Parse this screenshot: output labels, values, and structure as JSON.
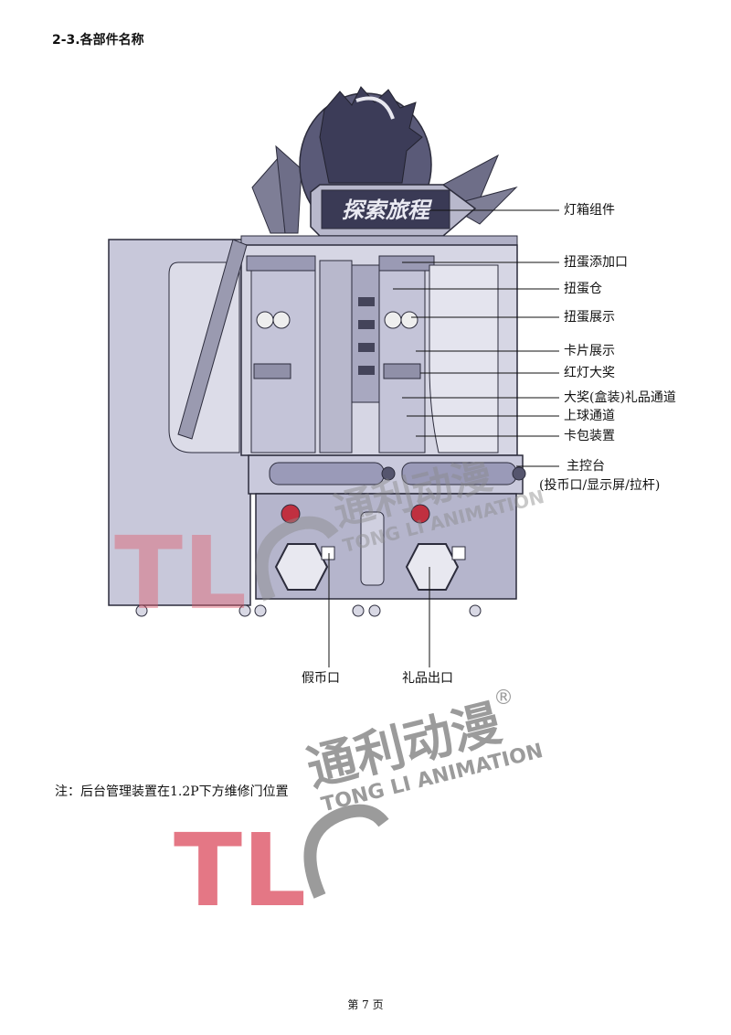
{
  "heading": "2-3.各部件名称",
  "callouts": {
    "light_box": "灯箱组件",
    "capsule_add": "扭蛋添加口",
    "capsule_bin": "扭蛋仓",
    "capsule_display": "扭蛋展示",
    "card_display": "卡片展示",
    "red_light_prize": "红灯大奖",
    "big_prize_channel": "大奖(盒装)礼品通道",
    "ball_lift_channel": "上球通道",
    "card_pack_device": "卡包装置",
    "main_console": "主控台",
    "main_console_sub": "(投币口/显示屏/拉杆)",
    "fake_coin_slot": "假币口",
    "prize_outlet": "礼品出口"
  },
  "machine_sign": "探索旅程",
  "watermark": {
    "brand_cn": "通利动漫",
    "brand_en": "TONG LI ANIMATION",
    "mark": "®",
    "colors": {
      "red": "#e06070",
      "gray": "#8a8a8a"
    }
  },
  "note": "注：后台管理装置在1.2P下方维修门位置",
  "footer": "第 7 页",
  "colors": {
    "machine_fill": "#c9c9dc",
    "machine_line": "#2c2c3c",
    "panel": "#b5b5cc"
  }
}
